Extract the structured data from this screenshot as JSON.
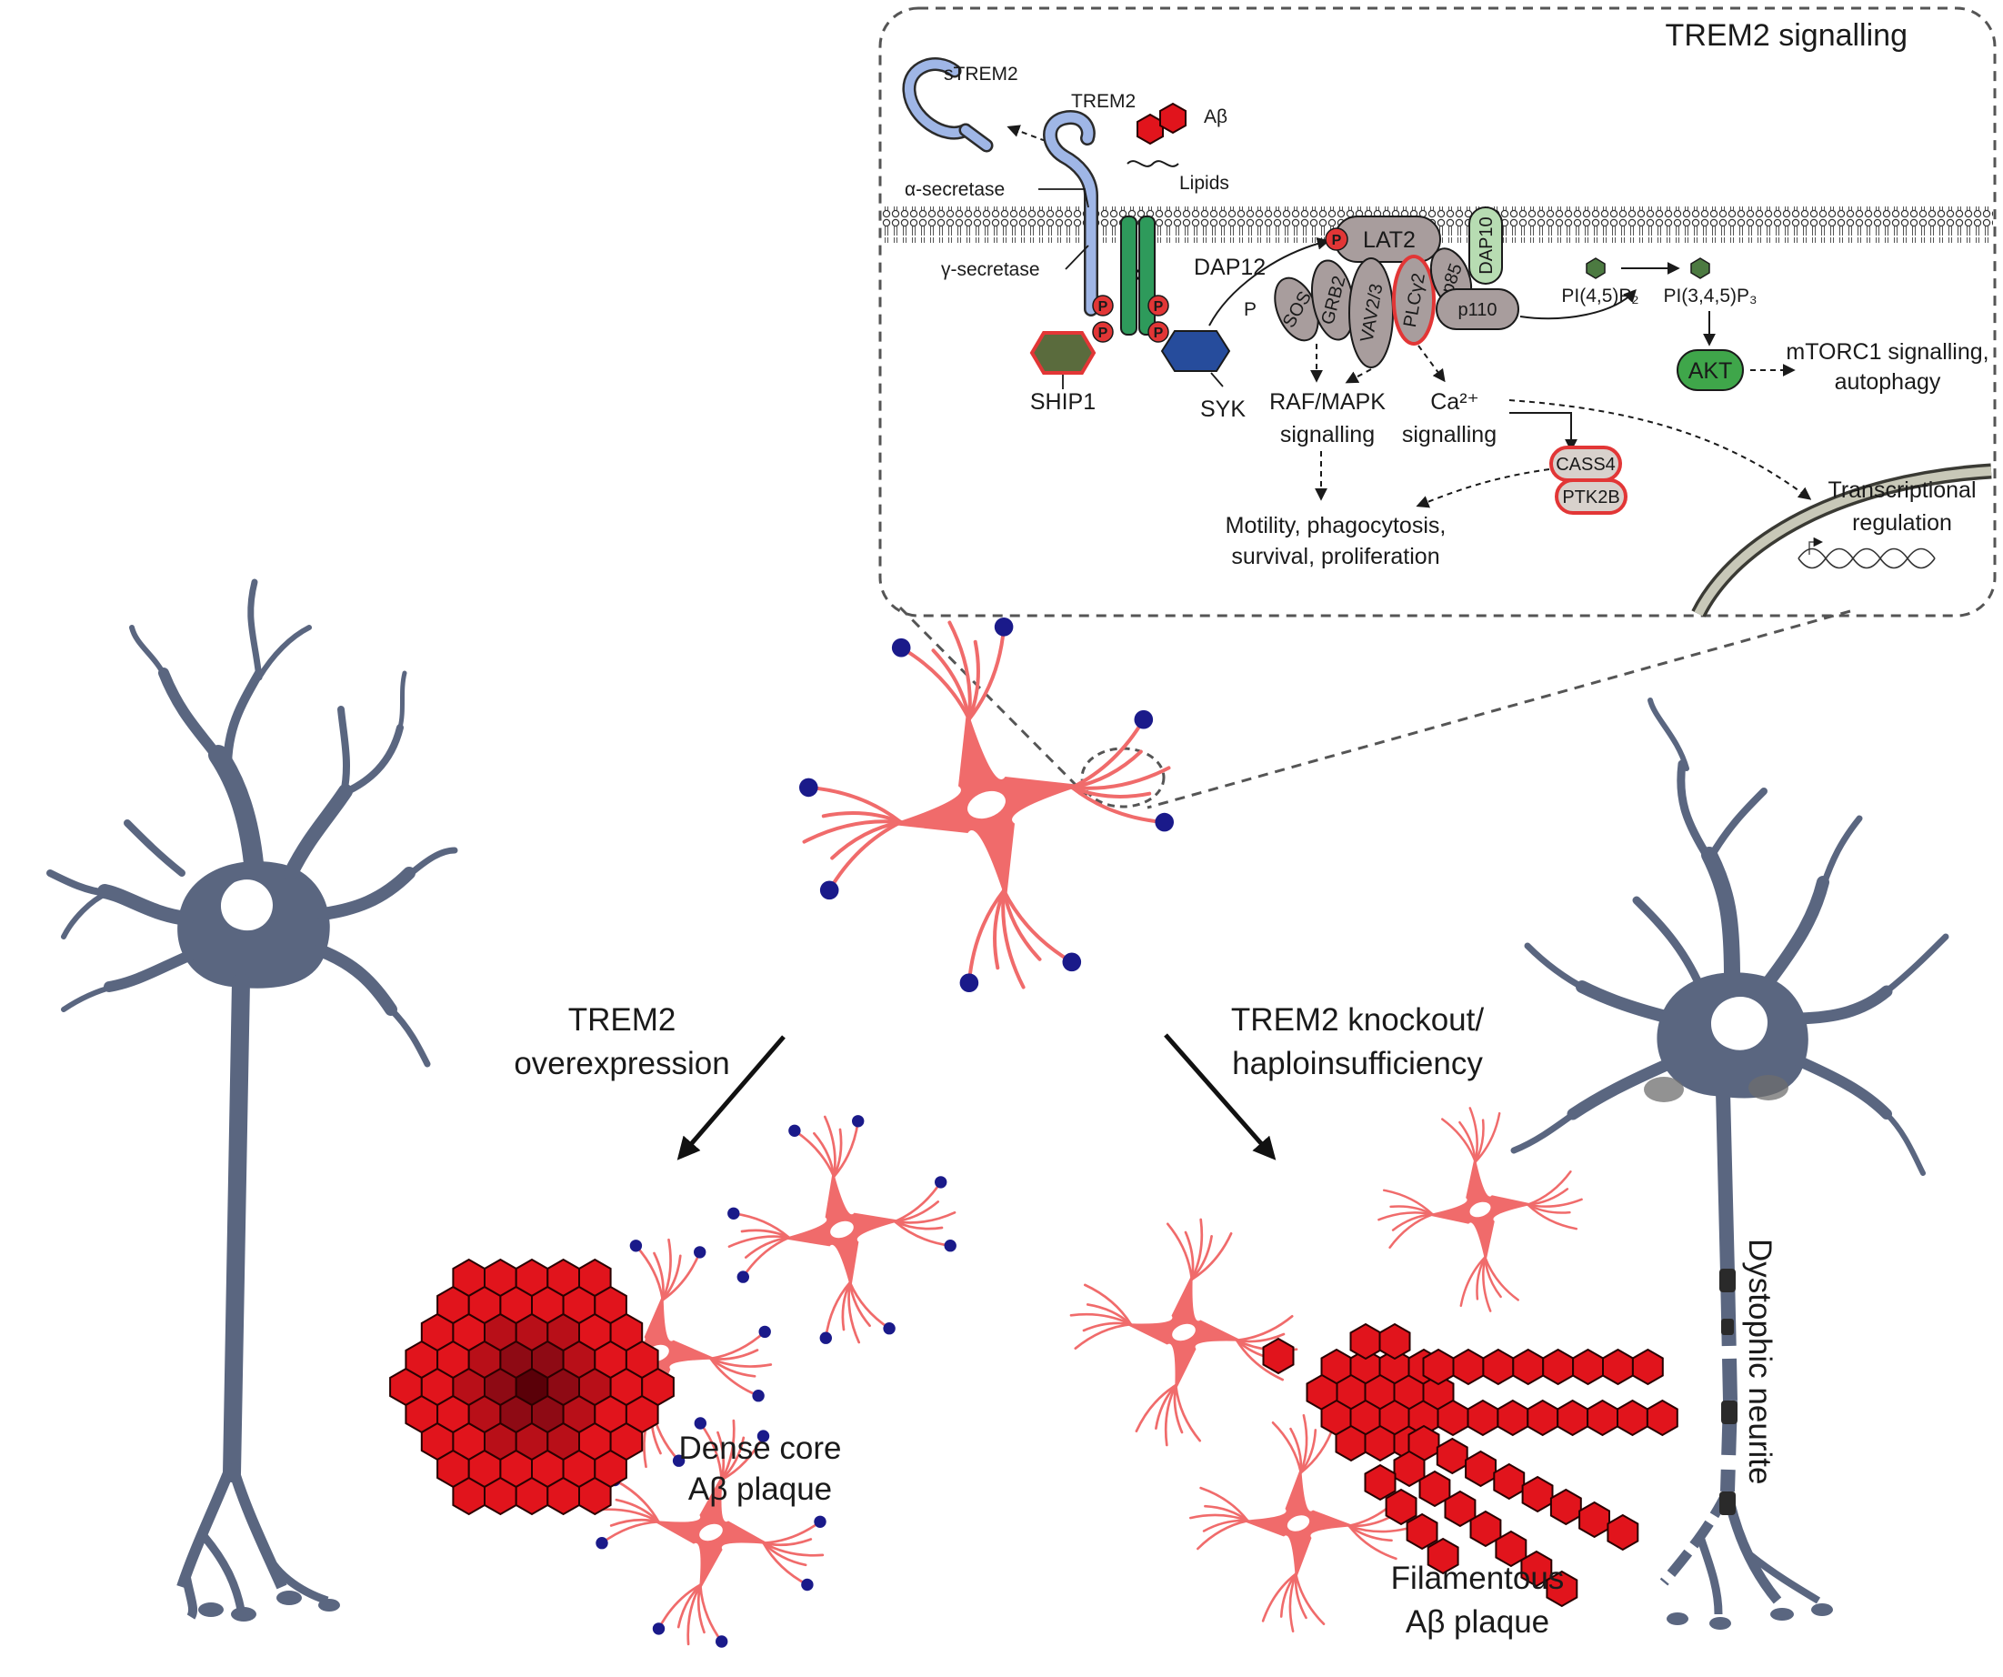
{
  "panel": {
    "title": "TREM2 signalling",
    "labels": {
      "strem2": "sTREM2",
      "trem2": "TREM2",
      "abeta": "Aβ",
      "lipids": "Lipids",
      "alpha_secretase": "α-secretase",
      "gamma_secretase": "γ-secretase",
      "dap12": "DAP12",
      "ship1": "SHIP1",
      "syk": "SYK",
      "p_arrow": "P",
      "p_mark": "P"
    },
    "pills": {
      "lat2": "LAT2",
      "sos": "SOS",
      "grb2": "GRB2",
      "vav": "VAV2/3",
      "plcg2": "PLCγ2",
      "p85": "p85",
      "dap10": "DAP10",
      "p110": "p110",
      "akt": "AKT",
      "cass4": "CASS4",
      "ptk2b": "PTK2B"
    },
    "text": {
      "pip2": "PI(4,5)P₂",
      "pip3": "PI(3,4,5)P₃",
      "mtorc1_line1": "mTORC1 signalling,",
      "mtorc1_line2": "autophagy",
      "raf_line1": "RAF/MAPK",
      "raf_line2": "signalling",
      "ca_line1": "Ca²⁺",
      "ca_line2": "signalling",
      "outcome_line1": "Motility, phagocytosis,",
      "outcome_line2": "survival, proliferation",
      "transcription_line1": "Transcriptional",
      "transcription_line2": "regulation"
    }
  },
  "main": {
    "overexpression_line1": "TREM2",
    "overexpression_line2": "overexpression",
    "knockout_line1": "TREM2 knockout/",
    "knockout_line2": "haploinsufficiency",
    "dense_core_line1": "Dense core",
    "dense_core_line2": "Aβ plaque",
    "filamentous_line1": "Filamentous",
    "filamentous_line2": "Aβ plaque",
    "dystrophic": "Dystophic neurite"
  },
  "colors": {
    "microglia": "#f06b6b",
    "neuron": "#5a6680",
    "plaque": "#e1141c",
    "plaque_outline": "#2a0000",
    "trem2_blue": "#9fb6e6",
    "dap12_green": "#2e9a5b",
    "akt_green": "#3fa64a",
    "dap10_green": "#b7dcb2",
    "pill_grey": "#a89d9d",
    "phospho_red": "#e23636",
    "syk_blue": "#264c9c",
    "ship1_fill": "#5a6b3d",
    "dots_navy": "#1a1a8a"
  }
}
